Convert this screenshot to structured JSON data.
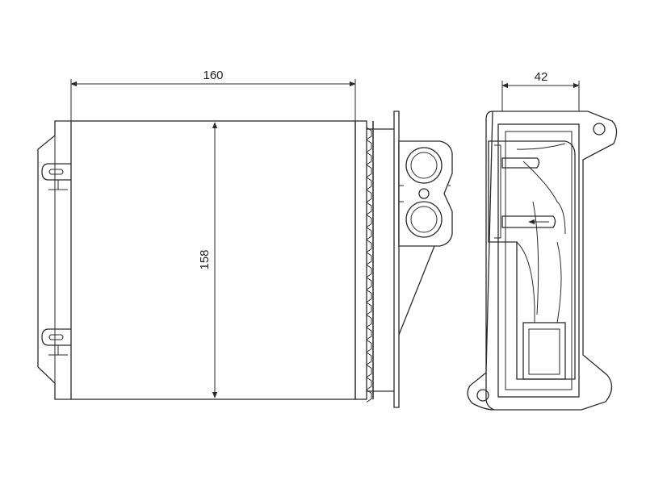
{
  "dimensions": {
    "width": "160",
    "height": "158",
    "depth": "42"
  },
  "colors": {
    "line": "#2a2a2a",
    "background": "#ffffff"
  }
}
